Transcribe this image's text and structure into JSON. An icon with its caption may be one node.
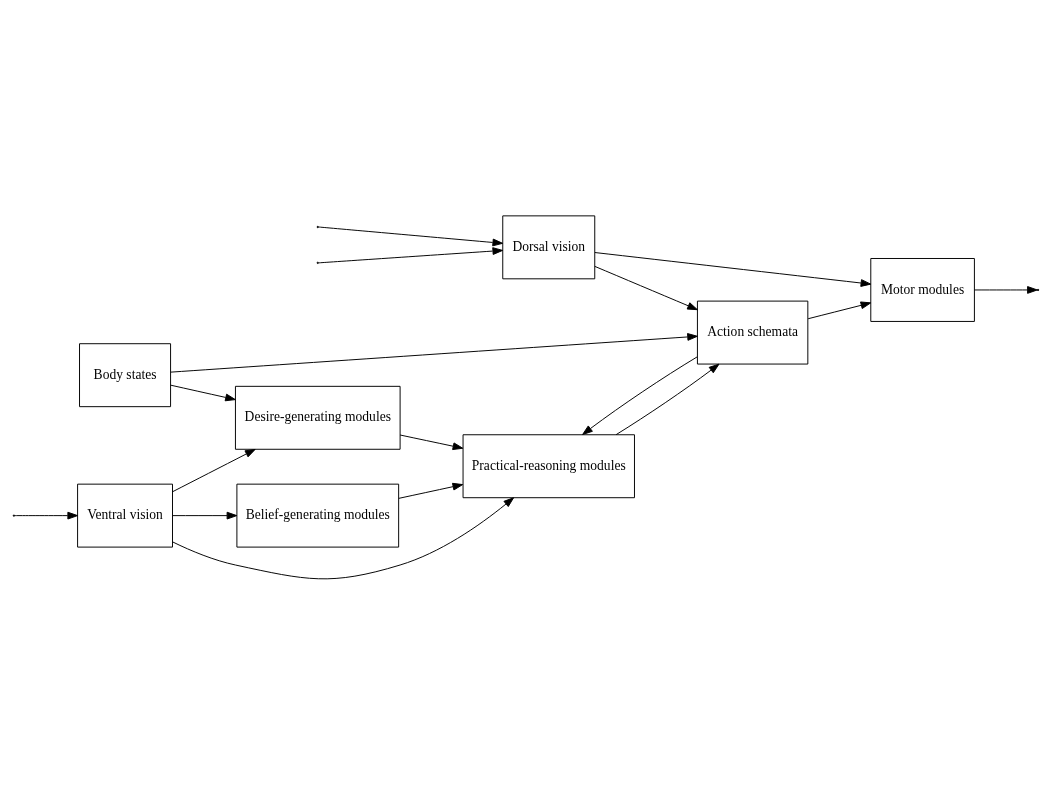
{
  "diagram": {
    "nodes": [
      {
        "text": [
          "Ventral vision"
        ]
      },
      {
        "text": [
          "Dorsal vision"
        ]
      },
      {
        "text": [
          "Body states"
        ]
      },
      {
        "text": [
          "Belief-generating modules"
        ]
      },
      {
        "text": [
          "Desire-generating modules"
        ]
      },
      {
        "text": [
          "Practical-reasoning modules"
        ]
      },
      {
        "text": [
          "Action schemata"
        ]
      },
      {
        "text": [
          "Motor modules"
        ]
      }
    ],
    "edges": [
      {
        "from": null,
        "to": 0,
        "arrow": "to"
      },
      {
        "from": null,
        "to": 1,
        "arrow": "to"
      },
      {
        "from": null,
        "to": 1,
        "arrow": "to"
      },
      {
        "from": 0,
        "to": 3,
        "arrow": "to"
      },
      {
        "from": 0,
        "to": 5,
        "arrow": "to"
      },
      {
        "from": 0,
        "to": 4,
        "arrow": "to"
      },
      {
        "from": 3,
        "to": 5,
        "arrow": "to"
      },
      {
        "from": 4,
        "to": 5,
        "arrow": "to"
      },
      {
        "from": 1,
        "to": 6,
        "arrow": "to"
      },
      {
        "from": 1,
        "to": 7,
        "arrow": "to"
      },
      {
        "from": 2,
        "to": 4,
        "arrow": "to"
      },
      {
        "from": 2,
        "to": 6,
        "arrow": "to"
      },
      {
        "from": 5,
        "to": 6,
        "arrow": "to"
      },
      {
        "from": 6,
        "to": 5,
        "arrow": "to"
      },
      {
        "from": 6,
        "to": 7,
        "arrow": "to"
      },
      {
        "from": 7,
        "to": null,
        "arrow": "to"
      }
    ]
  }
}
